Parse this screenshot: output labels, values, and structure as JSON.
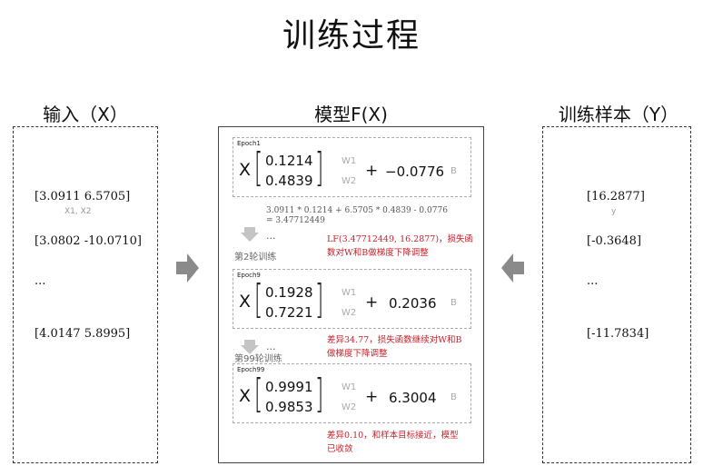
{
  "title": "训练过程",
  "input": {
    "label": "输入（X）",
    "rows": [
      "[3.0911  6.5705]",
      "[3.0802  -10.0710]",
      "...",
      "[4.0147  5.8995]"
    ],
    "sub": "X1, X2"
  },
  "model": {
    "label": "模型F(X)",
    "epochs": [
      {
        "name": "Epoch1",
        "x": "X",
        "w1": "0.1214",
        "w2": "0.4839",
        "w1_tag": "W1",
        "w2_tag": "W2",
        "plus": "+",
        "b": "−0.0776",
        "b_tag": "B"
      },
      {
        "name": "Epoch9",
        "x": "X",
        "w1": "0.1928",
        "w2": "0.7221",
        "w1_tag": "W1",
        "w2_tag": "W2",
        "plus": "+",
        "b": "0.2036",
        "b_tag": "B"
      },
      {
        "name": "Epoch99",
        "x": "X",
        "w1": "0.9991",
        "w2": "0.9853",
        "w1_tag": "W1",
        "w2_tag": "W2",
        "plus": "+",
        "b": "6.3004",
        "b_tag": "B"
      }
    ],
    "calc_line1": "3.0911 * 0.1214 + 6.5705 * 0.4839 - 0.0776",
    "calc_line2": "= 3.47712449",
    "dots1": "...",
    "round2": "第2轮训练",
    "note1_line1": "LF(3.47712449, 16.2877)，损失函",
    "note1_line2": "数对W和B做梯度下降调整",
    "dots2": "...",
    "round99": "第99轮训练",
    "note2_line1": "差异34.77，损失函数继续对W和B",
    "note2_line2": "做梯度下降调整",
    "note3_line1": "差异0.10，和样本目标接近，模型",
    "note3_line2": "已收敛"
  },
  "sample": {
    "label": "训练样本（Y）",
    "rows": [
      "[16.2877]",
      "[-0.3648]",
      "...",
      "[-11.7834]"
    ],
    "sub": "y"
  },
  "colors": {
    "note": "#c8202a",
    "arrow": "#8a8a8a",
    "arrow_light": "#c4c4c4"
  }
}
